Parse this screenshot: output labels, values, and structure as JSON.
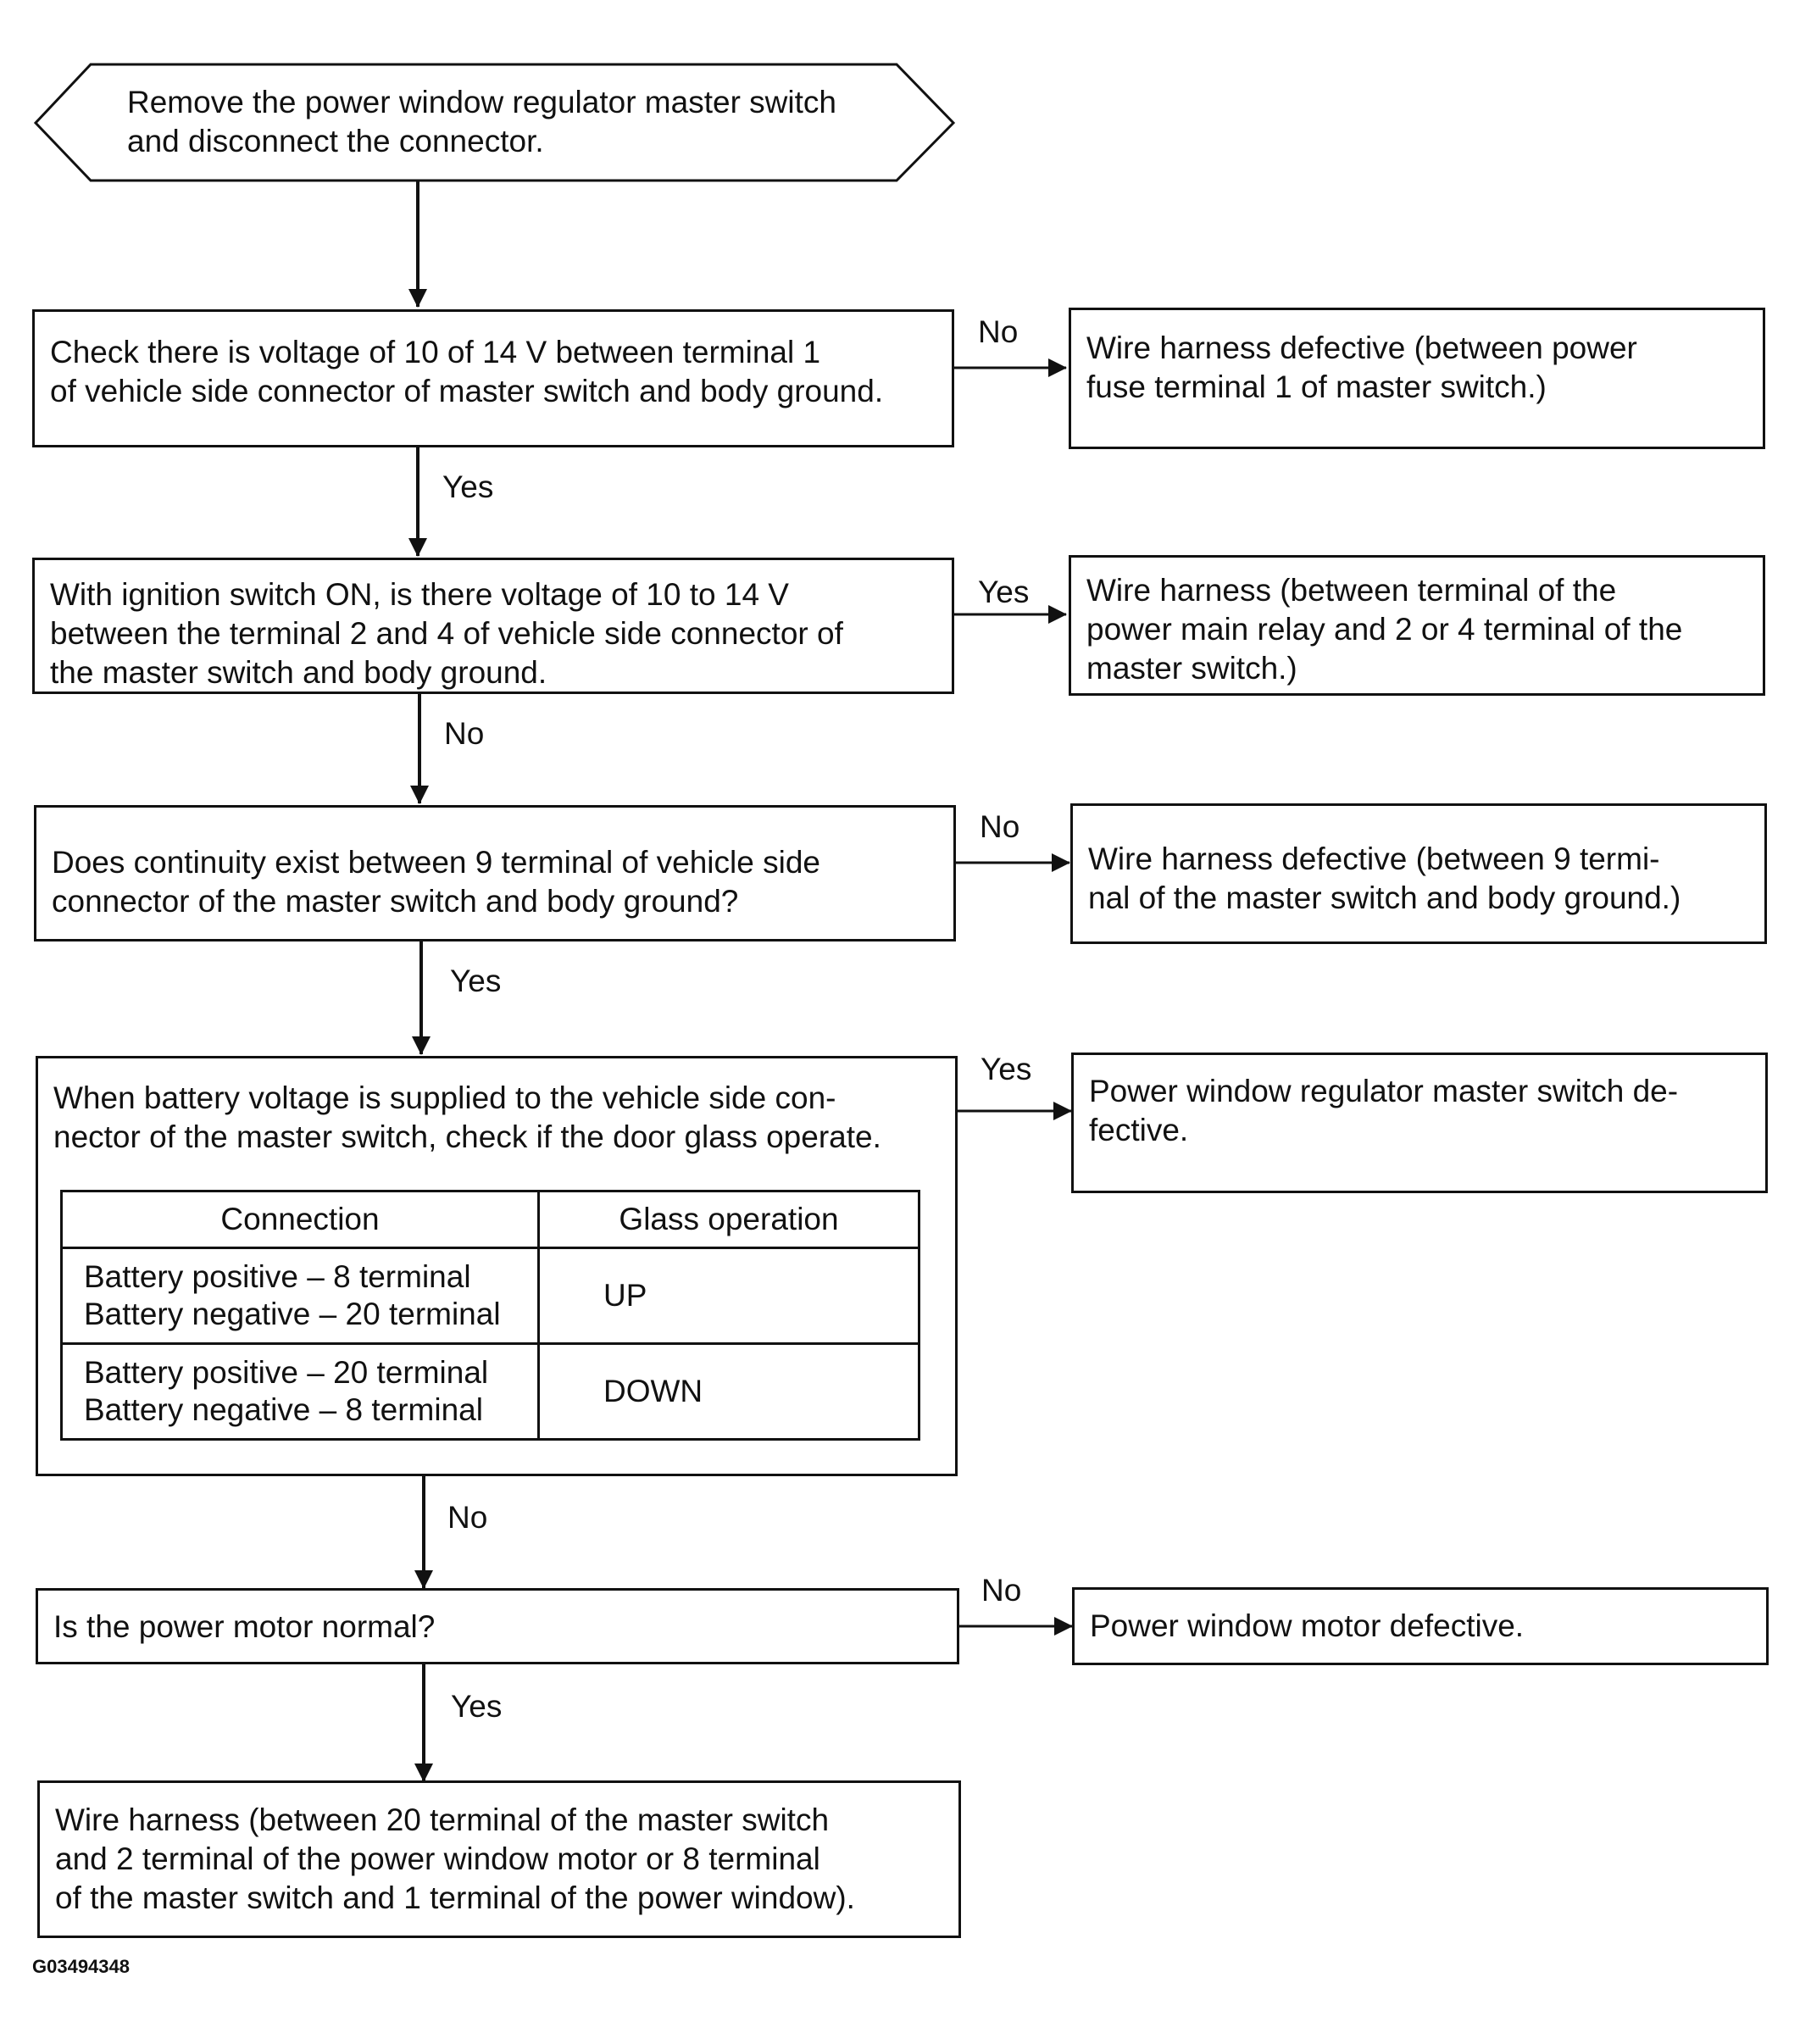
{
  "start": {
    "text": "Remove the power window regulator master switch\nand disconnect the connector."
  },
  "steps": [
    {
      "question": "Check there is voltage of 10 of 14 V between terminal 1\nof vehicle side connector of master switch and body ground.",
      "side_label": "No",
      "side_result": "Wire harness defective (between power\nfuse terminal 1 of master switch.)",
      "down_label": "Yes"
    },
    {
      "question": "With ignition switch ON, is there voltage of 10 to 14 V\nbetween the terminal 2 and 4 of vehicle side connector of\nthe master switch and body ground.",
      "side_label": "Yes",
      "side_result": "Wire harness (between terminal of the\npower main relay and 2 or 4 terminal of the\nmaster switch.)",
      "down_label": "No"
    },
    {
      "question": "Does continuity exist between 9 terminal of vehicle side\nconnector of the master switch and body ground?",
      "side_label": "No",
      "side_result": "Wire harness defective (between 9 termi-\nnal of the master switch and body ground.)",
      "down_label": "Yes"
    },
    {
      "question": "When battery voltage is supplied to the vehicle side con-\nnector of the master switch, check if the door glass operate.",
      "side_label": "Yes",
      "side_result": "Power window regulator master switch de-\nfective.",
      "down_label": "No",
      "table": {
        "headers": [
          "Connection",
          "Glass operation"
        ],
        "rows": [
          {
            "connection": "Battery positive – 8 terminal\nBattery negative – 20 terminal",
            "operation": "UP"
          },
          {
            "connection": "Battery positive – 20 terminal\nBattery negative – 8 terminal",
            "operation": "DOWN"
          }
        ]
      }
    },
    {
      "question": "Is the power motor normal?",
      "side_label": "No",
      "side_result": "Power window motor defective.",
      "down_label": "Yes"
    }
  ],
  "final": {
    "text": "Wire harness (between 20 terminal of the master switch\nand 2 terminal of the power window motor or 8 terminal\nof the master switch and 1 terminal of the power window)."
  },
  "figure_id": "G03494348"
}
